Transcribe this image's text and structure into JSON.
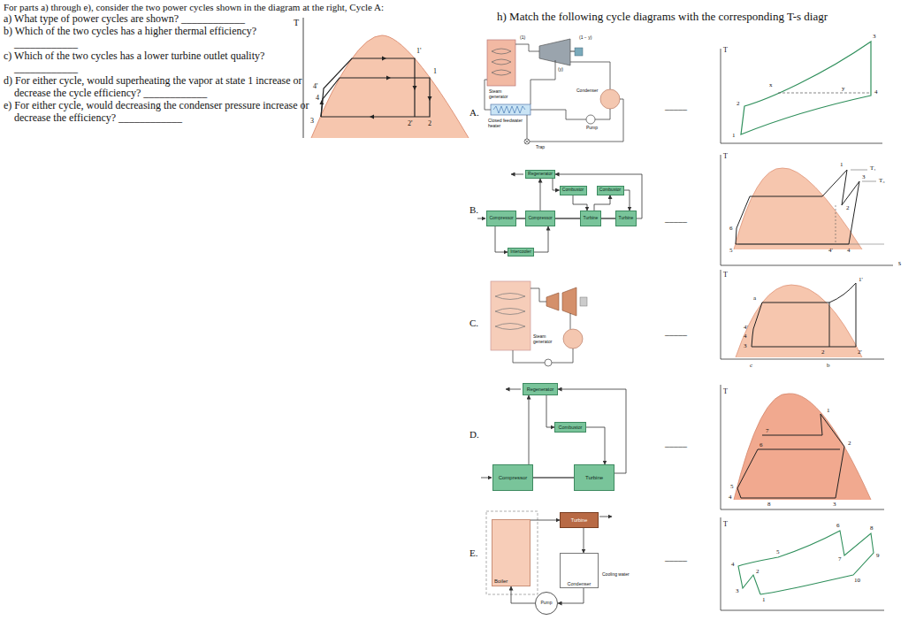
{
  "diagram": {
    "nodes": [
      {
        "text": [
          "Regenerator"
        ]
      },
      {
        "text": [
          "Combustor"
        ]
      },
      {
        "text": [
          "Combustor"
        ]
      },
      {
        "text": [
          "Compressor"
        ]
      },
      {
        "text": [
          "Compressor"
        ]
      },
      {
        "text": [
          "Turbine"
        ]
      },
      {
        "text": [
          "Turbine"
        ]
      },
      {
        "text": [
          "Intercooler"
        ]
      },
      {
        "text": [
          "Regenerator"
        ]
      },
      {
        "text": [
          "Combustor"
        ]
      },
      {
        "text": [
          "Compressor"
        ]
      },
      {
        "text": [
          "Turbine"
        ]
      },
      {
        "text": [
          "Turbine"
        ]
      },
      {
        "text": [
          "Boiler"
        ]
      },
      {
        "text": [
          "Condenser"
        ]
      },
      {
        "text": [
          "Pump"
        ]
      }
    ],
    "edges": [
      {
        "from": 3,
        "to": 4,
        "arrow": "none"
      },
      {
        "from": 4,
        "to": 5,
        "arrow": "none"
      },
      {
        "from": 5,
        "to": 6,
        "arrow": "none"
      },
      {
        "from": 3,
        "to": 7,
        "arrow": "to"
      },
      {
        "from": 7,
        "to": 4,
        "arrow": "to"
      },
      {
        "from": 4,
        "to": 0,
        "arrow": "to"
      },
      {
        "from": 0,
        "to": 1,
        "arrow": "to"
      },
      {
        "from": 1,
        "to": 5,
        "arrow": "to"
      },
      {
        "from": 5,
        "to": 2,
        "arrow": "to"
      },
      {
        "from": 2,
        "to": 6,
        "arrow": "to"
      },
      {
        "from": 6,
        "to": 0,
        "arrow": "to"
      },
      {
        "from": 10,
        "to": 11,
        "arrow": "none"
      },
      {
        "from": 10,
        "to": 8,
        "arrow": "to"
      },
      {
        "from": 8,
        "to": 9,
        "arrow": "to"
      },
      {
        "from": 9,
        "to": 11,
        "arrow": "to"
      },
      {
        "from": 11,
        "to": 8,
        "arrow": "to"
      },
      {
        "from": 13,
        "to": 12,
        "arrow": "to"
      },
      {
        "from": 12,
        "to": 14,
        "arrow": "to"
      },
      {
        "from": 14,
        "to": 15,
        "arrow": "to"
      },
      {
        "from": 15,
        "to": 13,
        "arrow": "to"
      }
    ],
    "labels": [
      "For parts a) through e), consider the two power cycles shown in the diagram at the right, Cycle A:",
      "a) What type of power cycles are shown? ____________",
      "b) Which of the two cycles has a higher thermal efficiency? ____________",
      "c) Which of the two cycles has a lower turbine outlet quality? ____________",
      "d) For either cycle, would superheating the vapor at state 1 increase or decrease the cycle efficiency? ____________",
      "e) For either cycle, would decreasing the condenser pressure increase or decrease the efficiency? ____________",
      "T",
      "1'",
      "1",
      "4'",
      "4",
      "3",
      "2'",
      "2",
      "h) Match the following cycle diagrams with the corresponding T-s diagr",
      "A.",
      "B.",
      "C.",
      "D.",
      "E.",
      "_____",
      "_____",
      "_____",
      "_____",
      "_____",
      "(1 − y)",
      "(1)",
      "(y)",
      "Steam generator",
      "Condenser",
      "Pump",
      "Closed feedwater heater",
      "Trap",
      "Steam generator",
      "Cooling water",
      "T",
      "1",
      "2",
      "3",
      "4",
      "x",
      "y",
      "T",
      "1",
      "T₁",
      "2",
      "3",
      "T₃",
      "4'",
      "4",
      "5",
      "6",
      "s",
      "T",
      "a",
      "1'",
      "4'",
      "4",
      "3",
      "2",
      "2'",
      "c",
      "b",
      "T",
      "1",
      "2",
      "7",
      "6",
      "5",
      "4",
      "8",
      "3",
      "T",
      "1",
      "2",
      "3",
      "4",
      "5",
      "6",
      "7",
      "8",
      "9",
      "10"
    ]
  }
}
